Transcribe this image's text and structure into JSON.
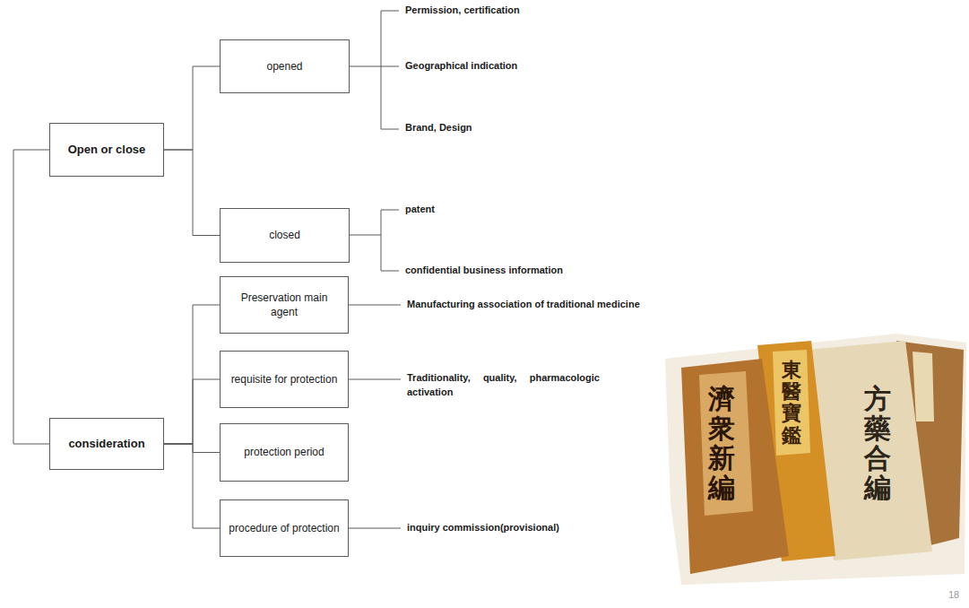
{
  "diagram": {
    "nodes": [
      {
        "text": [
          "Open or close"
        ]
      },
      {
        "text": [
          "opened"
        ]
      },
      {
        "text": [
          "closed"
        ]
      },
      {
        "text": [
          "consideration"
        ]
      },
      {
        "text": [
          "Preservation main agent"
        ]
      },
      {
        "text": [
          "requisite for protection"
        ]
      },
      {
        "text": [
          "protection period"
        ]
      },
      {
        "text": [
          "procedure of protection"
        ]
      }
    ],
    "edges": [
      {
        "from": 0,
        "to": 1,
        "arrow": "none"
      },
      {
        "from": 0,
        "to": 2,
        "arrow": "none"
      },
      {
        "from": 0,
        "to": 3,
        "arrow": "none"
      },
      {
        "from": 3,
        "to": 4,
        "arrow": "none"
      },
      {
        "from": 3,
        "to": 5,
        "arrow": "none"
      },
      {
        "from": 3,
        "to": 6,
        "arrow": "none"
      },
      {
        "from": 3,
        "to": 7,
        "arrow": "none"
      }
    ],
    "labels": [
      "Permission, certification",
      "Geographical indication",
      "Brand, Design",
      "patent",
      "confidential business information",
      "Manufacturing association of traditional medicine",
      "Traditionality, quality, pharmacologic activation",
      "inquiry commission(provisional)",
      "濟衆新編",
      "東醫寶鑑",
      "方藥合編",
      "18"
    ]
  }
}
